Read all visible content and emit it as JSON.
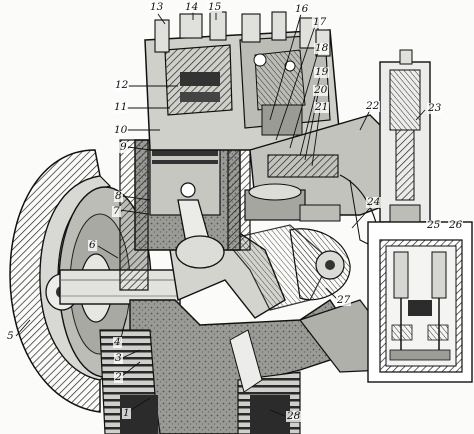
{
  "figure": {
    "callouts": [
      {
        "id": "1",
        "label": "1"
      },
      {
        "id": "2",
        "label": "2"
      },
      {
        "id": "3",
        "label": "3"
      },
      {
        "id": "4",
        "label": "4"
      },
      {
        "id": "5",
        "label": "5"
      },
      {
        "id": "6",
        "label": "6"
      },
      {
        "id": "7",
        "label": "7"
      },
      {
        "id": "8",
        "label": "8"
      },
      {
        "id": "9",
        "label": "9"
      },
      {
        "id": "10",
        "label": "10"
      },
      {
        "id": "11",
        "label": "11"
      },
      {
        "id": "12",
        "label": "12"
      },
      {
        "id": "13",
        "label": "13"
      },
      {
        "id": "14",
        "label": "14"
      },
      {
        "id": "15",
        "label": "15"
      },
      {
        "id": "16",
        "label": "16"
      },
      {
        "id": "17",
        "label": "17"
      },
      {
        "id": "18",
        "label": "18"
      },
      {
        "id": "19",
        "label": "19"
      },
      {
        "id": "20",
        "label": "20"
      },
      {
        "id": "21",
        "label": "21"
      },
      {
        "id": "22",
        "label": "22"
      },
      {
        "id": "23",
        "label": "23"
      },
      {
        "id": "24",
        "label": "24"
      },
      {
        "id": "25",
        "label": "25"
      },
      {
        "id": "26",
        "label": "26"
      },
      {
        "id": "27",
        "label": "27"
      },
      {
        "id": "28",
        "label": "28"
      }
    ]
  }
}
